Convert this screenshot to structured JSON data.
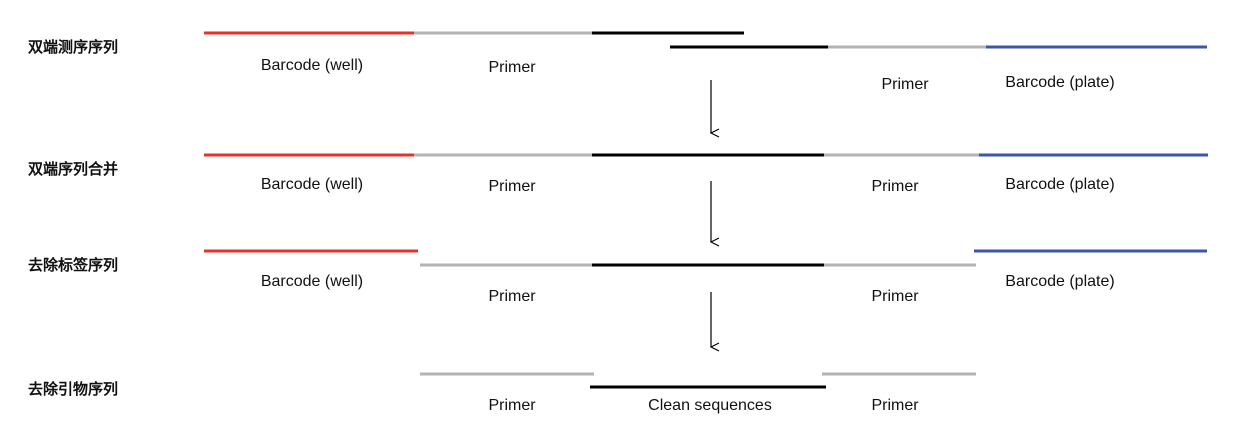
{
  "colors": {
    "barcode_well": "#e5332a",
    "barcode_plate": "#3b57a6",
    "primer": "#b3b3b3",
    "insert": "#000000",
    "arrow": "#000000"
  },
  "steps": [
    {
      "label": "双端测序序列",
      "labels": {
        "barcode_well": "Barcode (well)",
        "primer_left": "Primer",
        "primer_right": "Primer",
        "barcode_plate": "Barcode (plate)"
      }
    },
    {
      "label": "双端序列合并",
      "labels": {
        "barcode_well": "Barcode (well)",
        "primer_left": "Primer",
        "primer_right": "Primer",
        "barcode_plate": "Barcode (plate)"
      }
    },
    {
      "label": "去除标签序列",
      "labels": {
        "barcode_well": "Barcode (well)",
        "primer_left": "Primer",
        "primer_right": "Primer",
        "barcode_plate": "Barcode (plate)"
      }
    },
    {
      "label": "去除引物序列",
      "labels": {
        "primer_left": "Primer",
        "clean": "Clean sequences",
        "primer_right": "Primer"
      }
    }
  ]
}
